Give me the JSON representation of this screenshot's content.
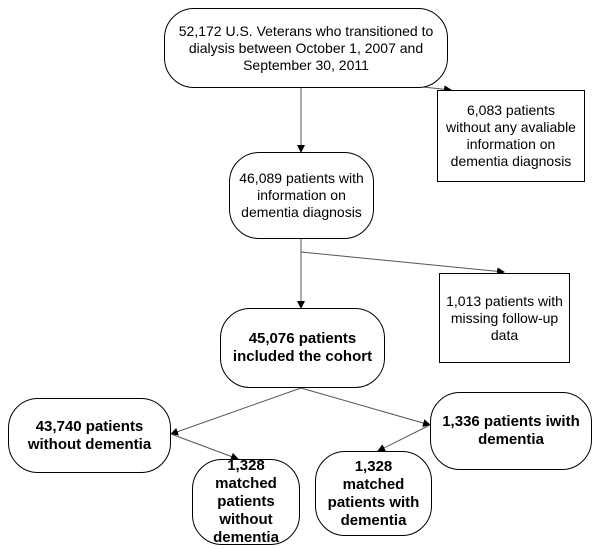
{
  "nodes": {
    "start": "52,172 U.S. Veterans who transitioned to\ndialysis between October 1, 2007 and\nSeptember 30, 2011",
    "excluded1": "6,083 patients\nwithout any avaliable\ninformation on\ndementia diagnosis",
    "with_info": "46,089 patients with\ninformation on\ndementia diagnosis",
    "excluded2": "1,013 patients with\nmissing follow-up\ndata",
    "cohort": "45,076 patients\nincluded the cohort",
    "without_dementia": "43,740 patients\nwithout dementia",
    "with_dementia": "1,336 patients iwith\ndementia",
    "matched_without": "1,328\nmatched\npatients\nwithout\ndementia",
    "matched_with": "1,328\nmatched\npatients with\ndementia"
  }
}
